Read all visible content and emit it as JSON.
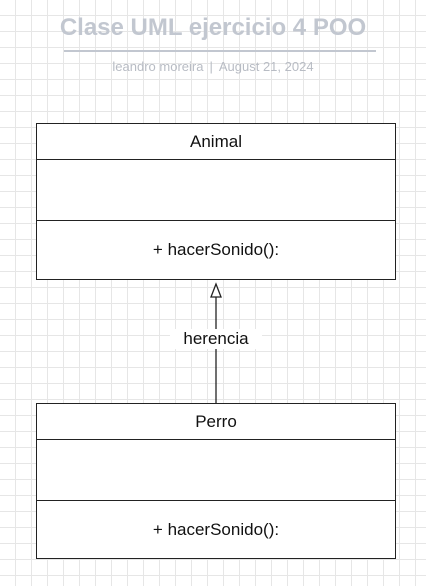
{
  "header": {
    "title": "Clase UML ejercicio 4 POO",
    "author": "leandro moreira",
    "separator": "|",
    "date": "August 21, 2024"
  },
  "classes": [
    {
      "name": "Animal",
      "attributes": "",
      "operations": "+ hacerSonido():"
    },
    {
      "name": "Perro",
      "attributes": "",
      "operations": "+ hacerSonido():"
    }
  ],
  "relationship": {
    "label": "herencia",
    "from": "Perro",
    "to": "Animal"
  },
  "colors": {
    "header_text": "#c2c7d0",
    "line": "#222222",
    "grid": "#e6e6e6"
  }
}
